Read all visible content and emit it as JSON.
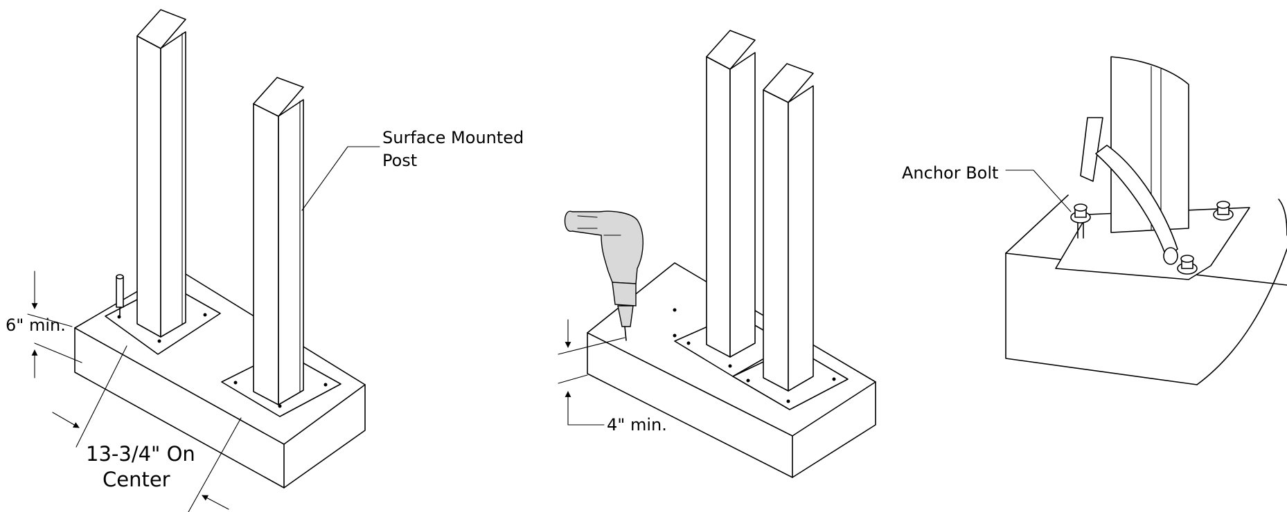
{
  "labels": {
    "surface_mounted_post_line1": "Surface Mounted",
    "surface_mounted_post_line2": "Post",
    "six_min": "6\" min.",
    "on_center_line1": "13-3/4\" On",
    "on_center_line2": "Center",
    "four_min": "4\" min.",
    "anchor_bolt": "Anchor Bolt"
  }
}
